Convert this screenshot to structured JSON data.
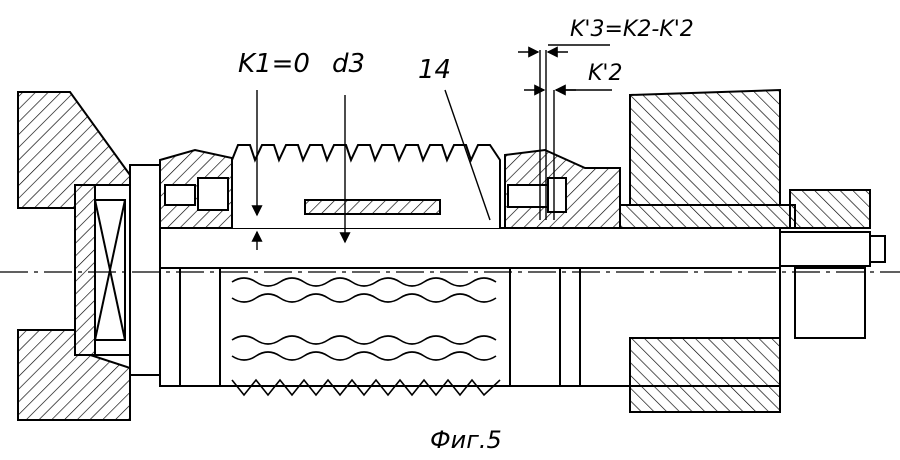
{
  "labels": {
    "k1": "K1=0",
    "d3": "d3",
    "part_number": "14",
    "k3_formula": "K'3=K2-K'2",
    "k2_prime": "K'2",
    "caption": "Фиг.5"
  }
}
